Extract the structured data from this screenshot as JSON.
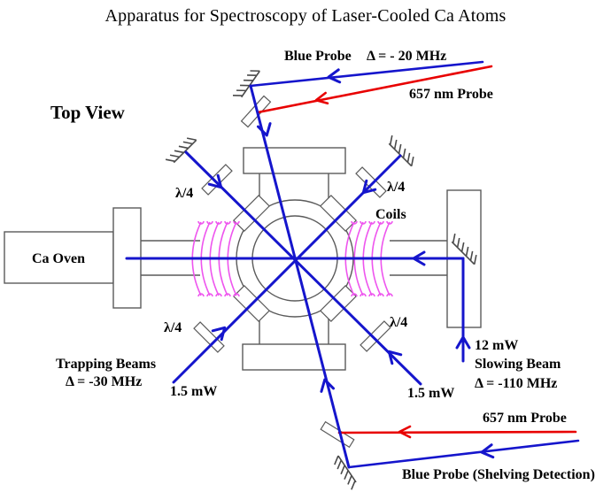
{
  "title": "Apparatus for Spectroscopy of Laser-Cooled Ca Atoms",
  "view_label": "Top View",
  "labels": {
    "blue_probe": "Blue Probe",
    "blue_probe_detuning": "Δ  = - 20 MHz",
    "red_probe_top": "657 nm Probe",
    "lambda_quarter": "λ/4",
    "coils": "Coils",
    "ca_oven": "Ca Oven",
    "trapping_beams": "Trapping Beams",
    "trapping_detuning": "Δ = -30 MHz",
    "trap_power_left": "1.5 mW",
    "trap_power_right": "1.5 mW",
    "slowing_power": "12 mW",
    "slowing_beam": "Slowing Beam",
    "slowing_detuning": "Δ = -110 MHz",
    "red_probe_bottom": "657 nm Probe",
    "blue_probe_shelving": "Blue Probe (Shelving Detection)"
  },
  "colors": {
    "beam_blue": "#1515cc",
    "beam_red": "#e80000",
    "coil_magenta": "#ee55ee",
    "structure_gray": "#5a5a5a",
    "mirror_gray": "#4a4a4a",
    "text_black": "#000000"
  }
}
